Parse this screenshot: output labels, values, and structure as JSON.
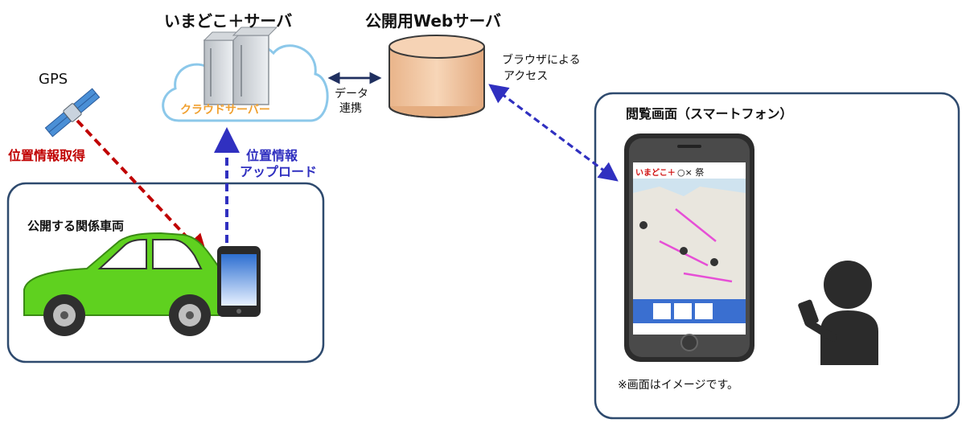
{
  "labels": {
    "server_title": "いまどこ＋サーバ",
    "web_server_title": "公開用Webサーバ",
    "gps": "GPS",
    "cloud_server": "クラウドサーバー",
    "data_link_1": "データ",
    "data_link_2": "連携",
    "browser_access_1": "ブラウザによる",
    "browser_access_2": "アクセス",
    "position_acquire": "位置情報取得",
    "position_upload_1": "位置情報",
    "position_upload_2": "アップロード",
    "vehicle_box_title": "公開する関係車両",
    "viewer_box_title": "閲覧画面（スマートフォン）",
    "screen_note": "※画面はイメージです。",
    "app_logo": "いまどこ＋",
    "app_title": "○× 祭"
  },
  "colors": {
    "box_border": "#2e4a6e",
    "red_arrow": "#c00000",
    "blue_arrow": "#3030c0",
    "navy_arrow": "#1f2f5f",
    "car": "#5fd11f",
    "db": "#f2c9a4",
    "cloud_text": "#f0a030"
  }
}
